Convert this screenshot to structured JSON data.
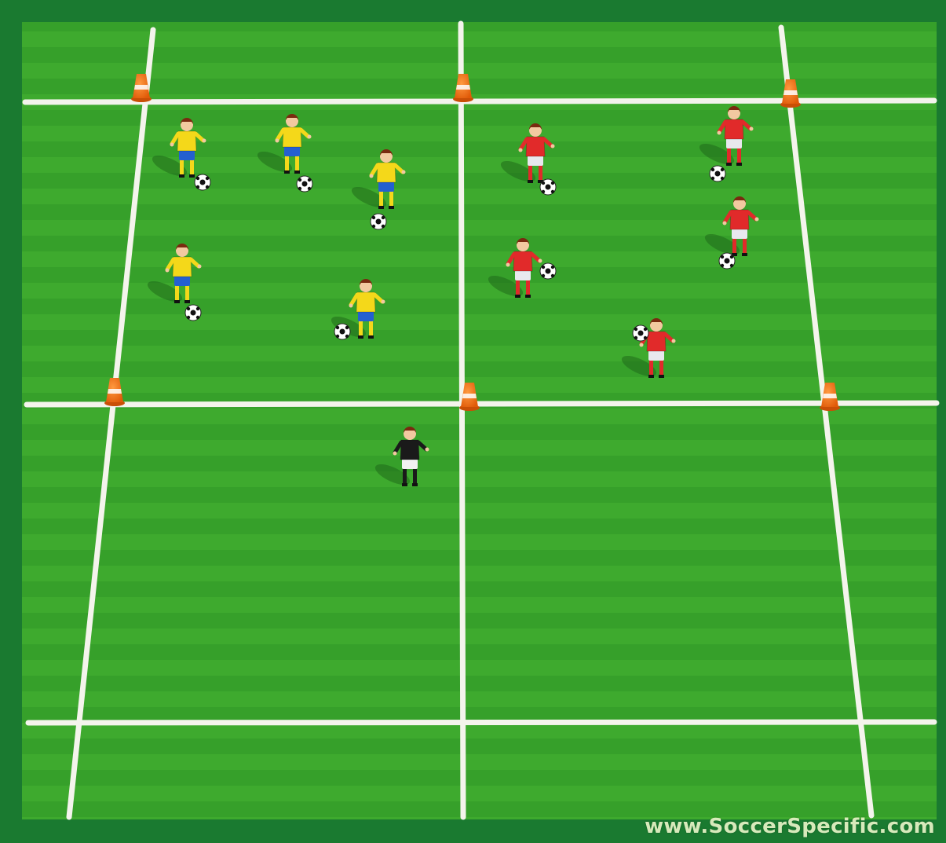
{
  "watermark": "www.SoccerSpecific.com",
  "colors": {
    "frame": "#1a7a30",
    "grass_light": "#3eaa2e",
    "grass_dark": "#2f9a26",
    "line": "#f4f4ec",
    "cone": "#f06a10",
    "team_yellow_shirt": "#f4d81a",
    "team_yellow_shorts": "#2460d0",
    "team_red_shirt": "#e12a2a",
    "team_red_shorts": "#e8e8ee",
    "goalkeeper_shirt": "#1a1a1a",
    "goalkeeper_shorts": "#f2f2f2"
  },
  "counts": {
    "yellow_players": 5,
    "red_players": 5,
    "goalkeepers": 1,
    "balls": 10,
    "cones": 6
  }
}
